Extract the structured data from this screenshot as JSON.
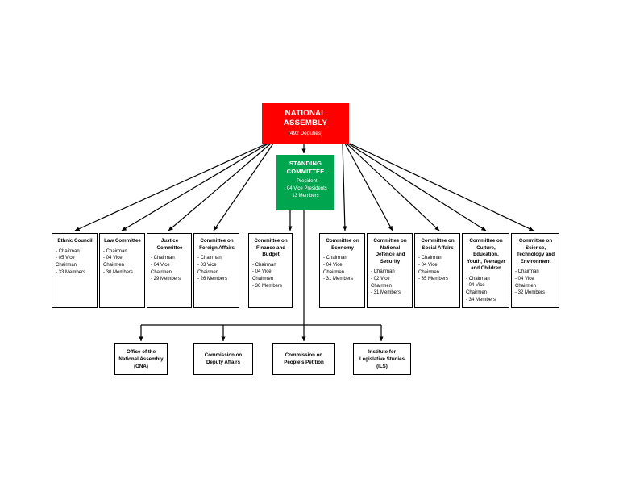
{
  "root": {
    "title": "NATIONAL ASSEMBLY",
    "title_line1": "NATIONAL",
    "title_line2": "ASSEMBLY",
    "subtitle": "(492 Deputies)",
    "color": "#ff0000"
  },
  "standing_committee": {
    "title_line1": "STANDING",
    "title_line2": "COMMITTEE",
    "details": "- President\n- 04 Vice Presidents\n13 Members",
    "color": "#00a64f"
  },
  "committees": [
    {
      "title": "Ethnic Council",
      "details": "- Chairman\n- 05 Vice\nChairman\n- 33 Members"
    },
    {
      "title": "Law Committee",
      "details": "- Chairman\n- 04 Vice\nChairmen\n- 30 Members"
    },
    {
      "title": "Justice Committee",
      "details": "- Chairman\n- 04 Vice\nChairmen\n- 29 Members"
    },
    {
      "title": "Committee on Foreign Affairs",
      "details": "- Chairman\n- 03 Vice\nChairmen\n- 26 Members"
    },
    {
      "title": "Committee on Finance and Budget",
      "details": "- Chairman\n- 04 Vice\nChairmen\n- 30 Members"
    },
    {
      "title": "Committee on Economy",
      "details": "- Chairman\n- 04 Vice\nChairmen\n- 31 Members"
    },
    {
      "title": "Committee on National Defence and Security",
      "details": "- Chairman\n- 02 Vice\nChairmen\n- 31 Members"
    },
    {
      "title": "Committee on Social Affairs",
      "details": "- Chairman\n- 04 Vice\nChairmen\n- 35 Members"
    },
    {
      "title": "Committee on Culture, Education, Youth, Teenager and Children",
      "details": "- Chairman\n- 04 Vice Chairmen\n- 34 Members"
    },
    {
      "title": "Committee on Science, Technology and Environment",
      "details": "- Chairman\n- 04 Vice Chairmen\n- 32 Members"
    }
  ],
  "agencies": [
    {
      "title": "Office of the National Assembly (ONA)"
    },
    {
      "title": "Commission on Deputy Affairs"
    },
    {
      "title": "Commission on People's Petition"
    },
    {
      "title": "Institute for Legislative Studies (ILS)"
    }
  ]
}
